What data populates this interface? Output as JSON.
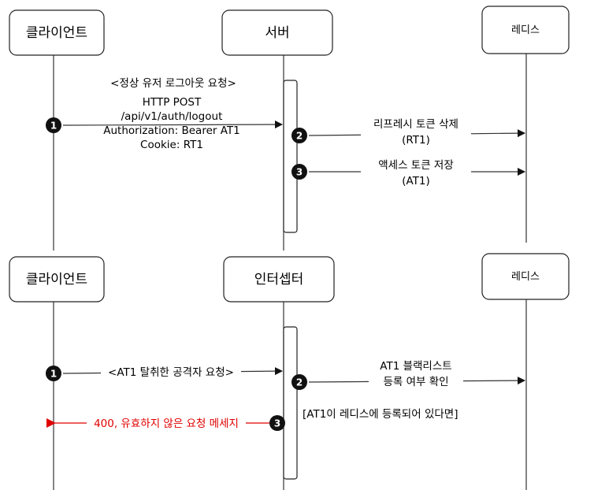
{
  "sections": [
    {
      "participants": {
        "client": "클라이언트",
        "server": "서버",
        "redis": "레디스"
      },
      "scenario_title": "<정상 유저 로그아웃 요청>",
      "request_lines": [
        "HTTP POST",
        "/api/v1/auth/logout",
        "Authorization: Bearer AT1",
        "Cookie: RT1"
      ],
      "steps": [
        {
          "num": "1"
        },
        {
          "num": "2",
          "lines": [
            "리프레시 토큰 삭제",
            "(RT1)"
          ]
        },
        {
          "num": "3",
          "lines": [
            "액세스 토큰 저장",
            "(AT1)"
          ]
        }
      ]
    },
    {
      "participants": {
        "client": "클라이언트",
        "interceptor": "인터셉터",
        "redis": "레디스"
      },
      "steps": [
        {
          "num": "1",
          "label": "<AT1 탈취한 공격자 요청>"
        },
        {
          "num": "2",
          "lines": [
            "AT1 블랙리스트",
            "등록 여부 확인"
          ]
        },
        {
          "num": "3",
          "label": "400, 유효하지 않은 요청 메세지"
        }
      ],
      "condition_note": "[AT1이 레디스에 등록되어 있다면]"
    }
  ],
  "colors": {
    "line": "#333333",
    "error": "#e00000",
    "badge": "#111111"
  }
}
